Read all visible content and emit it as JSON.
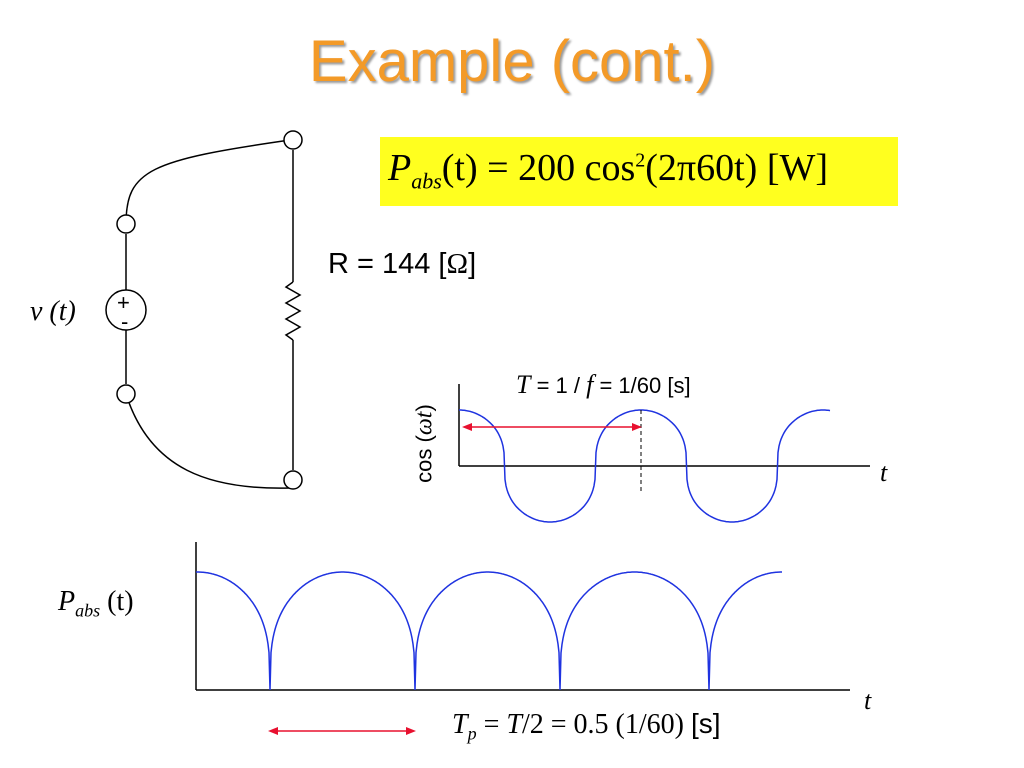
{
  "title": "Example (cont.)",
  "formula": {
    "P": "P",
    "sub": "abs",
    "lhs_arg": "(t)",
    "eq": " = 200 cos",
    "sup": "2",
    "arg": "(2π60t)",
    "unit": " [W]"
  },
  "resistor_label": {
    "text": "R = 144 [",
    "omega": "Ω",
    "close": "]"
  },
  "source_label": "v (t)",
  "source_signs": {
    "plus": "+",
    "minus": "-"
  },
  "period_label": {
    "T": "T",
    "mid": " = 1 / ",
    "f": "f",
    "rest": " = 1/60 [s]"
  },
  "cos_label": {
    "pre": "cos (",
    "wt": "ωt",
    "post": ")"
  },
  "axis_t": "t",
  "pabs_label": {
    "P": "P",
    "sub": "abs",
    "arg": " (t)"
  },
  "tp_label": {
    "T": "T",
    "sub": "p",
    "mid": " = ",
    "T2": "T",
    "rest": "/2 = 0.5 (1/60) ",
    "unit": "[s]"
  },
  "colors": {
    "title": "#F39A28",
    "highlight": "#FFFF1F",
    "wave": "#1F33E0",
    "arrow": "#E8102F"
  }
}
